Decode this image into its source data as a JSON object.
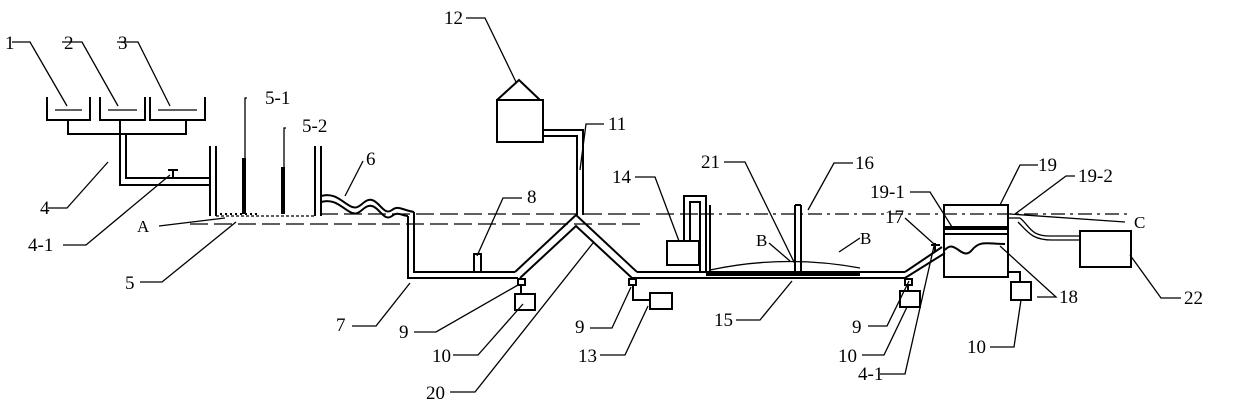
{
  "labels": {
    "l1": "1",
    "l2": "2",
    "l3": "3",
    "l4": "4",
    "l4_1a": "4-1",
    "l5": "5",
    "l5_1": "5-1",
    "l5_2": "5-2",
    "l6": "6",
    "l7": "7",
    "l8": "8",
    "l9a": "9",
    "l9b": "9",
    "l9c": "9",
    "l10a": "10",
    "l10b": "10",
    "l10c": "10",
    "l11": "11",
    "l12": "12",
    "l13": "13",
    "l14": "14",
    "l15": "15",
    "l16": "16",
    "l17": "17",
    "l18": "18",
    "l19": "19",
    "l19_1": "19-1",
    "l19_2": "19-2",
    "l20": "20",
    "l21": "21",
    "l22": "22",
    "l4_1b": "4-1",
    "A": "A",
    "B1": "B",
    "B2": "B",
    "C": "C"
  }
}
